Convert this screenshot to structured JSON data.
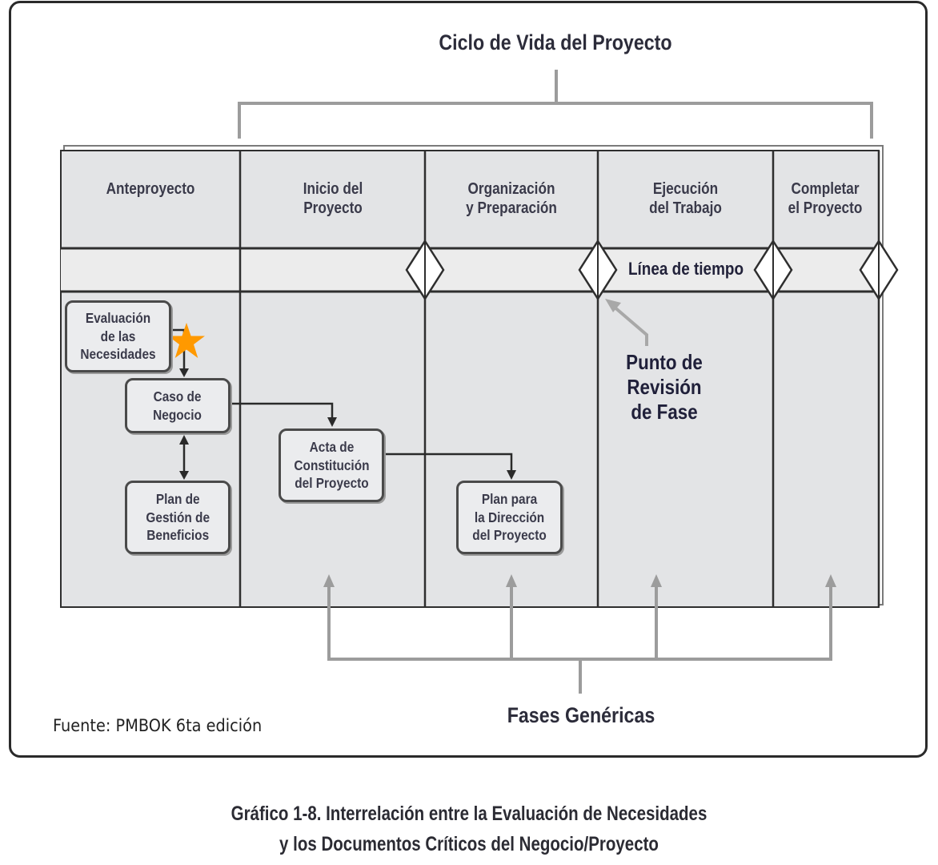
{
  "diagram": {
    "title": "Ciclo de Vida del Proyecto",
    "phases": [
      {
        "label": "Anteproyecto"
      },
      {
        "label": "Inicio del\nProyecto"
      },
      {
        "label": "Organización\ny Preparación"
      },
      {
        "label": "Ejecución\ndel Trabajo"
      },
      {
        "label": "Completar\nel Proyecto"
      }
    ],
    "timeline_label": "Línea de tiempo",
    "phase_gate_label": "Punto de\nRevisión\nde Fase",
    "documents": [
      {
        "id": "needs",
        "label": "Evaluación\nde las\nNecesidades",
        "phase": "Anteproyecto"
      },
      {
        "id": "business-case",
        "label": "Caso de\nNegocio",
        "phase": "Anteproyecto"
      },
      {
        "id": "benefits-plan",
        "label": "Plan de\nGestión de\nBeneficios",
        "phase": "Anteproyecto"
      },
      {
        "id": "charter",
        "label": "Acta de\nConstitución\ndel Proyecto",
        "phase": "Inicio del Proyecto"
      },
      {
        "id": "pm-plan",
        "label": "Plan para\nla Dirección\ndel Proyecto",
        "phase": "Organización y Preparación"
      }
    ],
    "connections": [
      {
        "from": "needs",
        "to": "business-case",
        "type": "arrow"
      },
      {
        "from": "business-case",
        "to": "benefits-plan",
        "type": "double-arrow"
      },
      {
        "from": "business-case",
        "to": "charter",
        "type": "arrow"
      },
      {
        "from": "charter",
        "to": "pm-plan",
        "type": "arrow"
      }
    ],
    "generic_phases_label": "Fases Genéricas",
    "highlight_marker": {
      "icon": "star-icon",
      "color": "#FF9900",
      "target": "needs"
    },
    "source": "Fuente: PMBOK 6ta edición",
    "caption": "Gráfico 1-8. Interrelación entre la Evaluación de Necesidades\ny los Documentos Críticos del Negocio/Proyecto"
  },
  "colors": {
    "panel_fill": "#e3e4e6",
    "timeline_fill": "#ececec",
    "line_dark": "#2e2e2e",
    "bracket_gray": "#9c9c9c",
    "star": "#FF9900"
  }
}
